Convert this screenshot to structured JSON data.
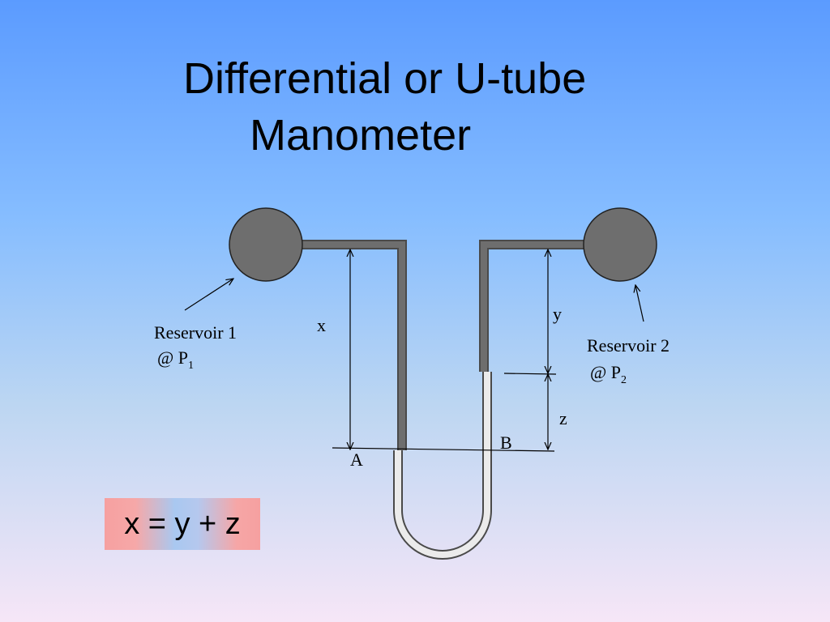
{
  "title": {
    "line1": "Differential or U-tube",
    "line2": "Manometer"
  },
  "labels": {
    "reservoir1_name": "Reservoir 1",
    "reservoir1_at": "@ P",
    "reservoir1_sub": "1",
    "reservoir2_name": "Reservoir 2",
    "reservoir2_at": "@ P",
    "reservoir2_sub": "2",
    "x": "x",
    "y": "y",
    "z": "z",
    "a": "A",
    "b": "B"
  },
  "equation": "x = y + z",
  "colors": {
    "fluid": "#6e6e6e",
    "tube_light": "#ebebeb",
    "equation_bg": "#f6a0a0"
  }
}
